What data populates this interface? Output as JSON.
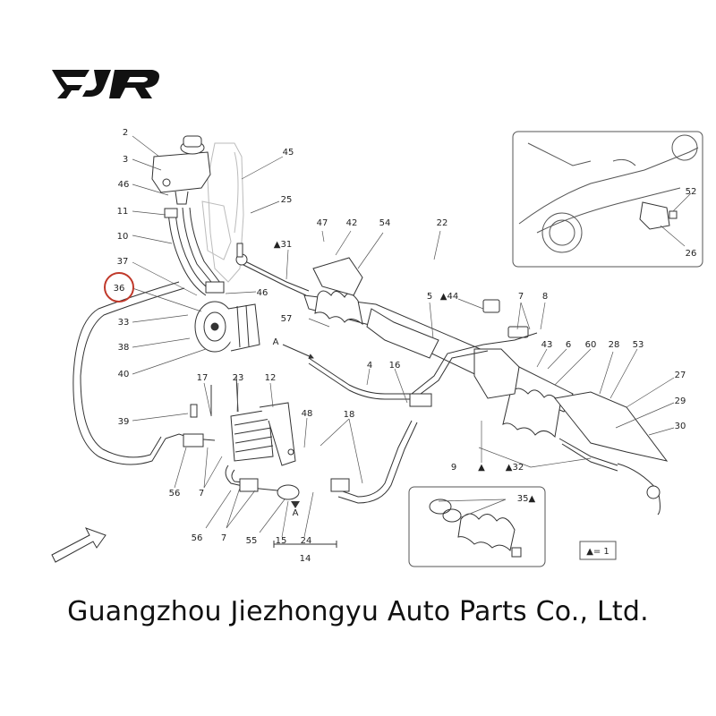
{
  "logo": {
    "text": "FJR"
  },
  "company_name": "Guangzhou Jiezhongyu Auto Parts Co., Ltd.",
  "highlighted_part": "36",
  "accent_color": "#c0392b",
  "legend_box": "▲= 1",
  "bracket_label": "14",
  "callouts": {
    "c2": "2",
    "c3": "3",
    "c46a": "46",
    "c11": "11",
    "c10": "10",
    "c37": "37",
    "c36": "36",
    "c33": "33",
    "c38": "38",
    "c40": "40",
    "c39": "39",
    "c56a": "56",
    "c7a": "7",
    "c56b": "56",
    "c7b": "7",
    "c55": "55",
    "c15": "15",
    "c24": "24",
    "c45": "45",
    "c25": "25",
    "c47": "47",
    "c42": "42",
    "c54": "54",
    "c22": "22",
    "c31": "▲31",
    "c46b": "46",
    "c57": "57",
    "cA1": "A",
    "c17": "17",
    "c23": "23",
    "c12": "12",
    "c48": "48",
    "c18": "18",
    "c4": "4",
    "c16": "16",
    "c9": "9",
    "c5": "5",
    "c44": "▲44",
    "c7c": "7",
    "c8": "8",
    "c43": "43",
    "c6": "6",
    "c60": "60",
    "c28": "28",
    "c53": "53",
    "c27": "27",
    "c29": "29",
    "c30": "30",
    "c32": "▲32",
    "cTri": "▲",
    "c52": "52",
    "c26": "26",
    "c35": "35▲",
    "cA2": "A"
  }
}
